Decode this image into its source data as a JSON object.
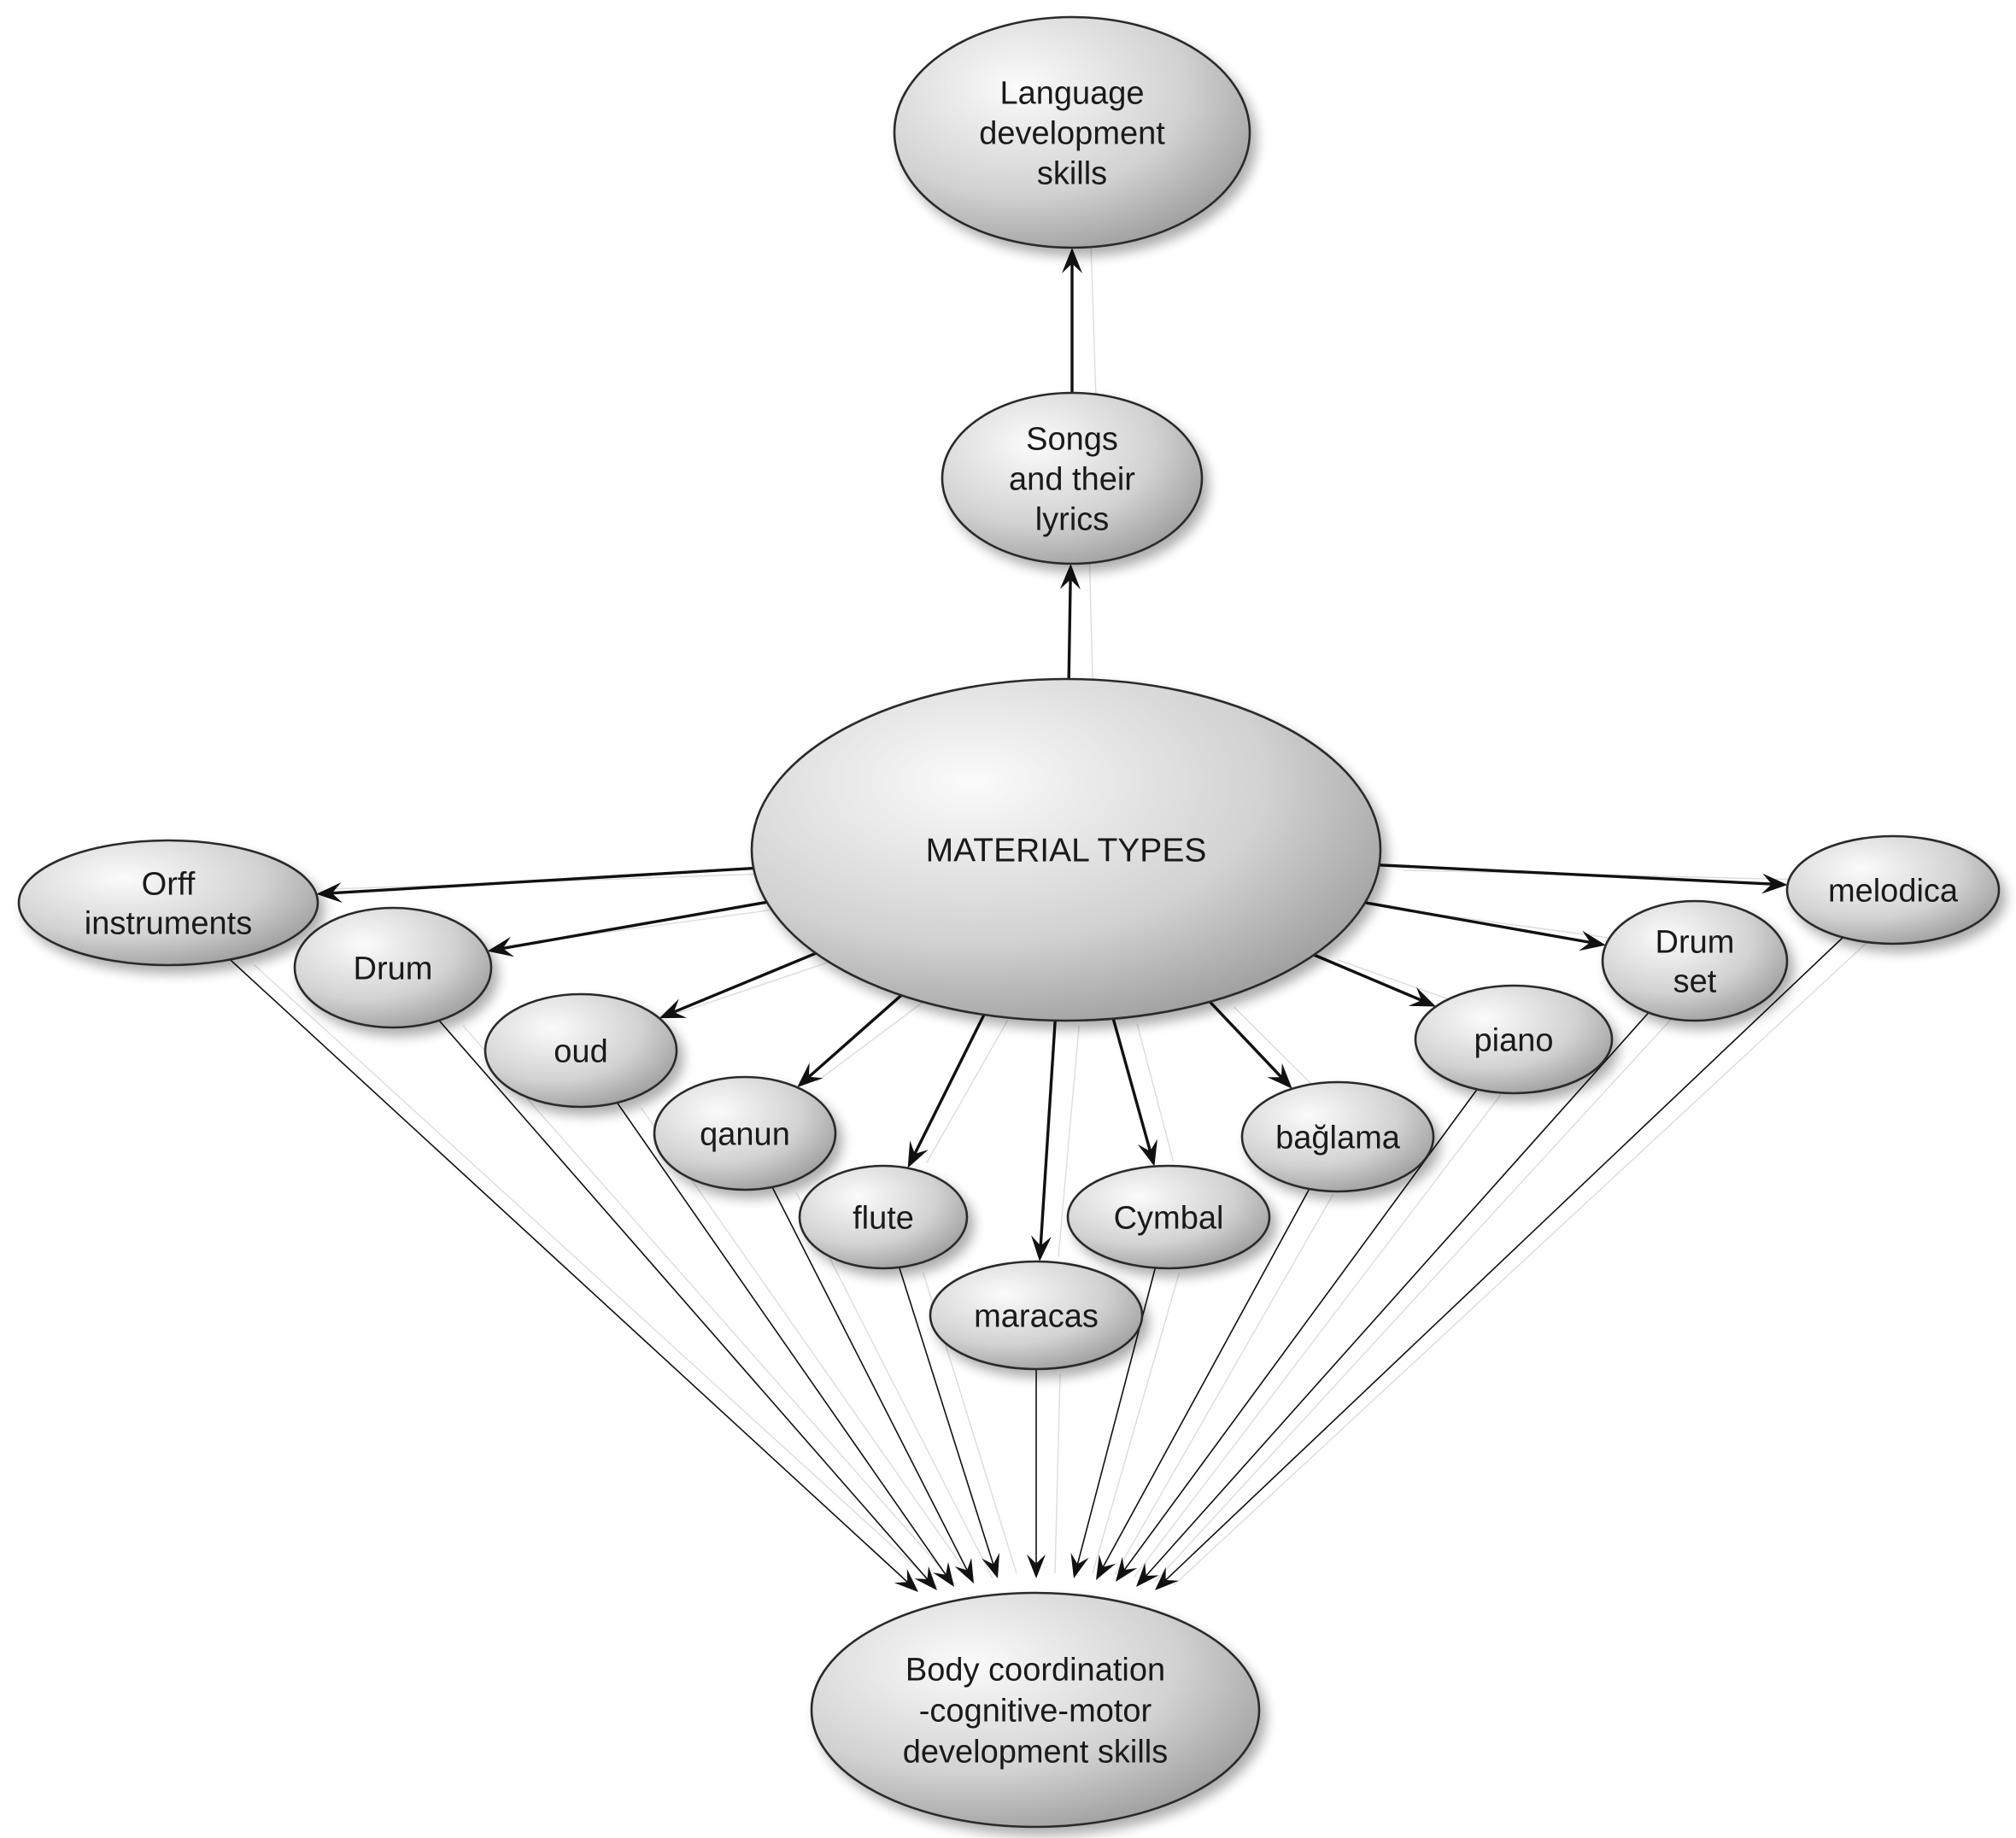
{
  "nodes": {
    "language": {
      "lines": [
        "Language",
        "development",
        "skills"
      ]
    },
    "songs": {
      "lines": [
        "Songs",
        "and their",
        "lyrics"
      ]
    },
    "material": {
      "lines": [
        "MATERIAL TYPES"
      ]
    },
    "orff": {
      "lines": [
        "Orff",
        "instruments"
      ]
    },
    "drum": {
      "lines": [
        "Drum"
      ]
    },
    "oud": {
      "lines": [
        "oud"
      ]
    },
    "qanun": {
      "lines": [
        "qanun"
      ]
    },
    "flute": {
      "lines": [
        "flute"
      ]
    },
    "maracas": {
      "lines": [
        "maracas"
      ]
    },
    "cymbal": {
      "lines": [
        "Cymbal"
      ]
    },
    "baglama": {
      "lines": [
        "bağlama"
      ]
    },
    "piano": {
      "lines": [
        "piano"
      ]
    },
    "drumset": {
      "lines": [
        "Drum",
        "set"
      ]
    },
    "melodica": {
      "lines": [
        "melodica"
      ]
    },
    "body": {
      "lines": [
        "Body coordination",
        "-cognitive-motor",
        "development skills"
      ]
    }
  },
  "edges": [
    {
      "from": "songs",
      "to": "language"
    },
    {
      "from": "material",
      "to": "songs"
    },
    {
      "from": "material",
      "to": "orff"
    },
    {
      "from": "material",
      "to": "drum"
    },
    {
      "from": "material",
      "to": "oud"
    },
    {
      "from": "material",
      "to": "qanun"
    },
    {
      "from": "material",
      "to": "flute"
    },
    {
      "from": "material",
      "to": "maracas"
    },
    {
      "from": "material",
      "to": "cymbal"
    },
    {
      "from": "material",
      "to": "baglama"
    },
    {
      "from": "material",
      "to": "piano"
    },
    {
      "from": "material",
      "to": "drumset"
    },
    {
      "from": "material",
      "to": "melodica"
    },
    {
      "from": "orff",
      "to": "body"
    },
    {
      "from": "drum",
      "to": "body"
    },
    {
      "from": "oud",
      "to": "body"
    },
    {
      "from": "qanun",
      "to": "body"
    },
    {
      "from": "flute",
      "to": "body"
    },
    {
      "from": "maracas",
      "to": "body"
    },
    {
      "from": "cymbal",
      "to": "body"
    },
    {
      "from": "baglama",
      "to": "body"
    },
    {
      "from": "piano",
      "to": "body"
    },
    {
      "from": "drumset",
      "to": "body"
    },
    {
      "from": "melodica",
      "to": "body"
    }
  ]
}
